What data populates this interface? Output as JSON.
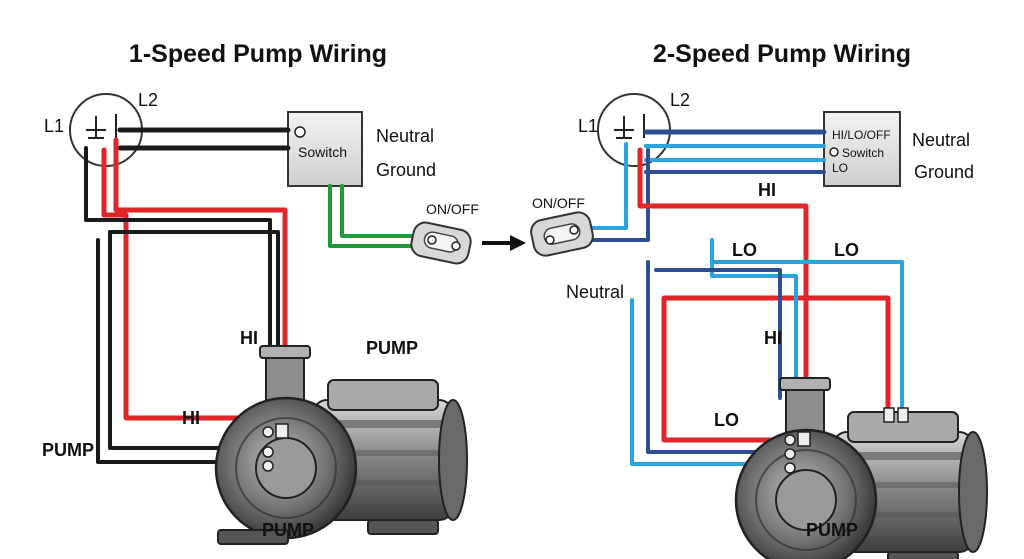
{
  "left": {
    "title": "1-Speed Pump Wiring",
    "l1": "L1",
    "l2": "L2",
    "switch_label": "Sowitch",
    "neutral": "Neutral",
    "ground": "Ground",
    "onoff": "ON/OFF",
    "hi_upper": "HI",
    "hi_lower": "HI",
    "pump_right": "PUMP",
    "pump_left": "PUMP",
    "pump_bottom": "PUMP"
  },
  "right": {
    "title": "2-Speed Pump Wiring",
    "l1": "L1",
    "l2": "L2",
    "switch_line1": "HI/LO/OFF",
    "switch_line2": "Sowitch",
    "switch_line3": "LO",
    "neutral_right": "Neutral",
    "ground": "Ground",
    "onoff": "ON/OFF",
    "hi_top": "HI",
    "lo_left": "LO",
    "lo_right": "LO",
    "neutral_left": "Neutral",
    "hi_mid": "HI",
    "lo_bottom": "LO",
    "pump_bottom": "PUMP"
  },
  "colors": {
    "hot_red": "#e0262b",
    "black_wire": "#1a1a1a",
    "ground_green": "#1e9a3a",
    "lo_light_blue": "#2aa3dc",
    "dark_blue": "#2d4f8f"
  },
  "icons": [
    "outlet-icon",
    "switch-box-icon",
    "toggle-switch-icon",
    "arrow-right-icon",
    "pump-icon"
  ]
}
